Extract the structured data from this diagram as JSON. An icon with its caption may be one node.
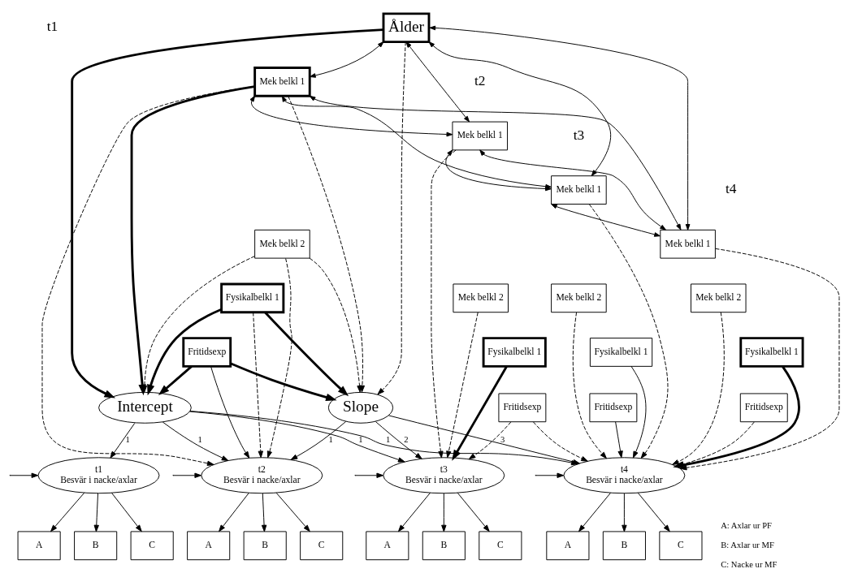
{
  "diagram": {
    "nodes": [
      {
        "text": [
          "Ålder"
        ]
      },
      {
        "text": [
          "Intercept"
        ]
      },
      {
        "text": [
          "Slope"
        ]
      },
      {
        "text": [
          "Mek belkl 1"
        ]
      },
      {
        "text": [
          "Mek belkl 2"
        ]
      },
      {
        "text": [
          "Fysikalbelkl 1"
        ]
      },
      {
        "text": [
          "Fritidsexp"
        ]
      },
      {
        "text": [
          "Mek belkl 1"
        ]
      },
      {
        "text": [
          "Mek belkl 2"
        ]
      },
      {
        "text": [
          "Fysikalbelkl 1"
        ]
      },
      {
        "text": [
          "Fritidsexp"
        ]
      },
      {
        "text": [
          "Mek belkl 1"
        ]
      },
      {
        "text": [
          "Mek belkl 2"
        ]
      },
      {
        "text": [
          "Fysikalbelkl 1"
        ]
      },
      {
        "text": [
          "Fritidsexp"
        ]
      },
      {
        "text": [
          "Mek belkl 1"
        ]
      },
      {
        "text": [
          "Mek belkl 2"
        ]
      },
      {
        "text": [
          "Fysikalbelkl 1"
        ]
      },
      {
        "text": [
          "Fritidsexp"
        ]
      },
      {
        "text": [
          "t1",
          "Besvär i nacke/axlar"
        ]
      },
      {
        "text": [
          "t2",
          "Besvär i nacke/axlar"
        ]
      },
      {
        "text": [
          "t3",
          "Besvär i nacke/axlar"
        ]
      },
      {
        "text": [
          "t4",
          "Besvär i nacke/axlar"
        ]
      },
      {
        "text": [
          "A"
        ]
      },
      {
        "text": [
          "B"
        ]
      },
      {
        "text": [
          "C"
        ]
      },
      {
        "text": [
          "A"
        ]
      },
      {
        "text": [
          "B"
        ]
      },
      {
        "text": [
          "C"
        ]
      },
      {
        "text": [
          "A"
        ]
      },
      {
        "text": [
          "B"
        ]
      },
      {
        "text": [
          "C"
        ]
      },
      {
        "text": [
          "A"
        ]
      },
      {
        "text": [
          "B"
        ]
      },
      {
        "text": [
          "C"
        ]
      }
    ],
    "edges": [
      {
        "from": 0,
        "to": 1,
        "arrow": "to",
        "style": "thick"
      },
      {
        "from": 0,
        "to": 2,
        "arrow": "to",
        "style": "dashed"
      },
      {
        "from": 3,
        "to": 1,
        "arrow": "to",
        "style": "thick"
      },
      {
        "from": 3,
        "to": 2,
        "arrow": "to",
        "style": "dashed"
      },
      {
        "from": 4,
        "to": 1,
        "arrow": "to",
        "style": "dashed"
      },
      {
        "from": 4,
        "to": 2,
        "arrow": "to",
        "style": "dashed"
      },
      {
        "from": 5,
        "to": 1,
        "arrow": "to",
        "style": "thick"
      },
      {
        "from": 5,
        "to": 2,
        "arrow": "to",
        "style": "thick"
      },
      {
        "from": 6,
        "to": 1,
        "arrow": "to",
        "style": "thick"
      },
      {
        "from": 6,
        "to": 2,
        "arrow": "to",
        "style": "thick"
      },
      {
        "from": 1,
        "to": 19,
        "arrow": "to",
        "label": "1"
      },
      {
        "from": 1,
        "to": 20,
        "arrow": "to",
        "label": "1"
      },
      {
        "from": 1,
        "to": 21,
        "arrow": "to",
        "label": "1"
      },
      {
        "from": 1,
        "to": 22,
        "arrow": "to",
        "label": "1"
      },
      {
        "from": 2,
        "to": 20,
        "arrow": "to",
        "label": "1"
      },
      {
        "from": 2,
        "to": 21,
        "arrow": "to",
        "label": "2"
      },
      {
        "from": 2,
        "to": 22,
        "arrow": "to",
        "label": "3"
      },
      {
        "from": 3,
        "to": 20,
        "arrow": "to",
        "style": "dashed"
      },
      {
        "from": 4,
        "to": 20,
        "arrow": "to",
        "style": "dashed"
      },
      {
        "from": 5,
        "to": 20,
        "arrow": "to",
        "style": "dashed"
      },
      {
        "from": 6,
        "to": 20,
        "arrow": "to"
      },
      {
        "from": 7,
        "to": 21,
        "arrow": "to",
        "style": "dashed"
      },
      {
        "from": 8,
        "to": 21,
        "arrow": "to",
        "style": "dashed"
      },
      {
        "from": 9,
        "to": 21,
        "arrow": "to",
        "style": "thick"
      },
      {
        "from": 10,
        "to": 21,
        "arrow": "to",
        "style": "dashed"
      },
      {
        "from": 10,
        "to": 22,
        "arrow": "to",
        "style": "dashed"
      },
      {
        "from": 11,
        "to": 22,
        "arrow": "to",
        "style": "dashed"
      },
      {
        "from": 12,
        "to": 22,
        "arrow": "to",
        "style": "dashed"
      },
      {
        "from": 13,
        "to": 22,
        "arrow": "to"
      },
      {
        "from": 14,
        "to": 22,
        "arrow": "to"
      },
      {
        "from": 15,
        "to": 22,
        "arrow": "to",
        "style": "dashed"
      },
      {
        "from": 16,
        "to": 22,
        "arrow": "to",
        "style": "dashed"
      },
      {
        "from": 17,
        "to": 22,
        "arrow": "to",
        "style": "thick"
      },
      {
        "from": 18,
        "to": 22,
        "arrow": "to",
        "style": "dashed"
      },
      {
        "from": 0,
        "to": 3,
        "arrow": "both"
      },
      {
        "from": 0,
        "to": 7,
        "arrow": "both"
      },
      {
        "from": 0,
        "to": 11,
        "arrow": "both"
      },
      {
        "from": 0,
        "to": 15,
        "arrow": "both"
      },
      {
        "from": 3,
        "to": 7,
        "arrow": "both"
      },
      {
        "from": 3,
        "to": 11,
        "arrow": "both"
      },
      {
        "from": 3,
        "to": 15,
        "arrow": "both"
      },
      {
        "from": 7,
        "to": 11,
        "arrow": "both"
      },
      {
        "from": 7,
        "to": 15,
        "arrow": "both"
      },
      {
        "from": 11,
        "to": 15,
        "arrow": "both"
      },
      {
        "from": null,
        "to": 19,
        "arrow": "to"
      },
      {
        "from": null,
        "to": 20,
        "arrow": "to"
      },
      {
        "from": null,
        "to": 21,
        "arrow": "to"
      },
      {
        "from": null,
        "to": 22,
        "arrow": "to"
      },
      {
        "from": 19,
        "to": 23,
        "arrow": "to"
      },
      {
        "from": 19,
        "to": 24,
        "arrow": "to"
      },
      {
        "from": 19,
        "to": 25,
        "arrow": "to"
      },
      {
        "from": 20,
        "to": 26,
        "arrow": "to"
      },
      {
        "from": 20,
        "to": 27,
        "arrow": "to"
      },
      {
        "from": 20,
        "to": 28,
        "arrow": "to"
      },
      {
        "from": 21,
        "to": 29,
        "arrow": "to"
      },
      {
        "from": 21,
        "to": 30,
        "arrow": "to"
      },
      {
        "from": 21,
        "to": 31,
        "arrow": "to"
      },
      {
        "from": 22,
        "to": 32,
        "arrow": "to"
      },
      {
        "from": 22,
        "to": 33,
        "arrow": "to"
      },
      {
        "from": 22,
        "to": 34,
        "arrow": "to"
      }
    ],
    "labels": [
      "t1",
      "t2",
      "t3",
      "t4",
      "A: Axlar ur PF",
      "B: Axlar ur MF",
      "C: Nacke ur MF"
    ]
  }
}
